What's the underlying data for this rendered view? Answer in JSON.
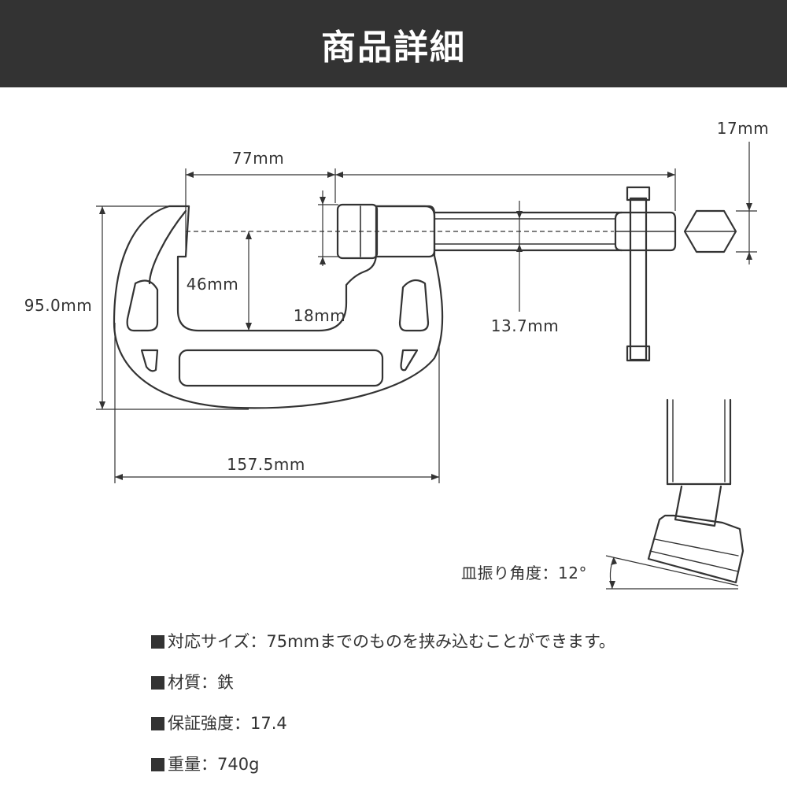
{
  "header": {
    "title": "商品詳細"
  },
  "diagram": {
    "dimensions": {
      "hex_width": "17mm",
      "jaw_opening": "77mm",
      "throat_depth": "46mm",
      "pad_diameter": "18mm",
      "screw_diameter": "13.7mm",
      "height": "95.0mm",
      "width": "157.5mm"
    },
    "swivel_angle_label": "皿振り角度：12°"
  },
  "specs": [
    {
      "label": "対応サイズ：",
      "value": "75mmまでのものを挟み込むことができます。"
    },
    {
      "label": "材質：",
      "value": "鉄"
    },
    {
      "label": "保証強度：",
      "value": "17.4"
    },
    {
      "label": "重量：",
      "value": "740g"
    }
  ]
}
